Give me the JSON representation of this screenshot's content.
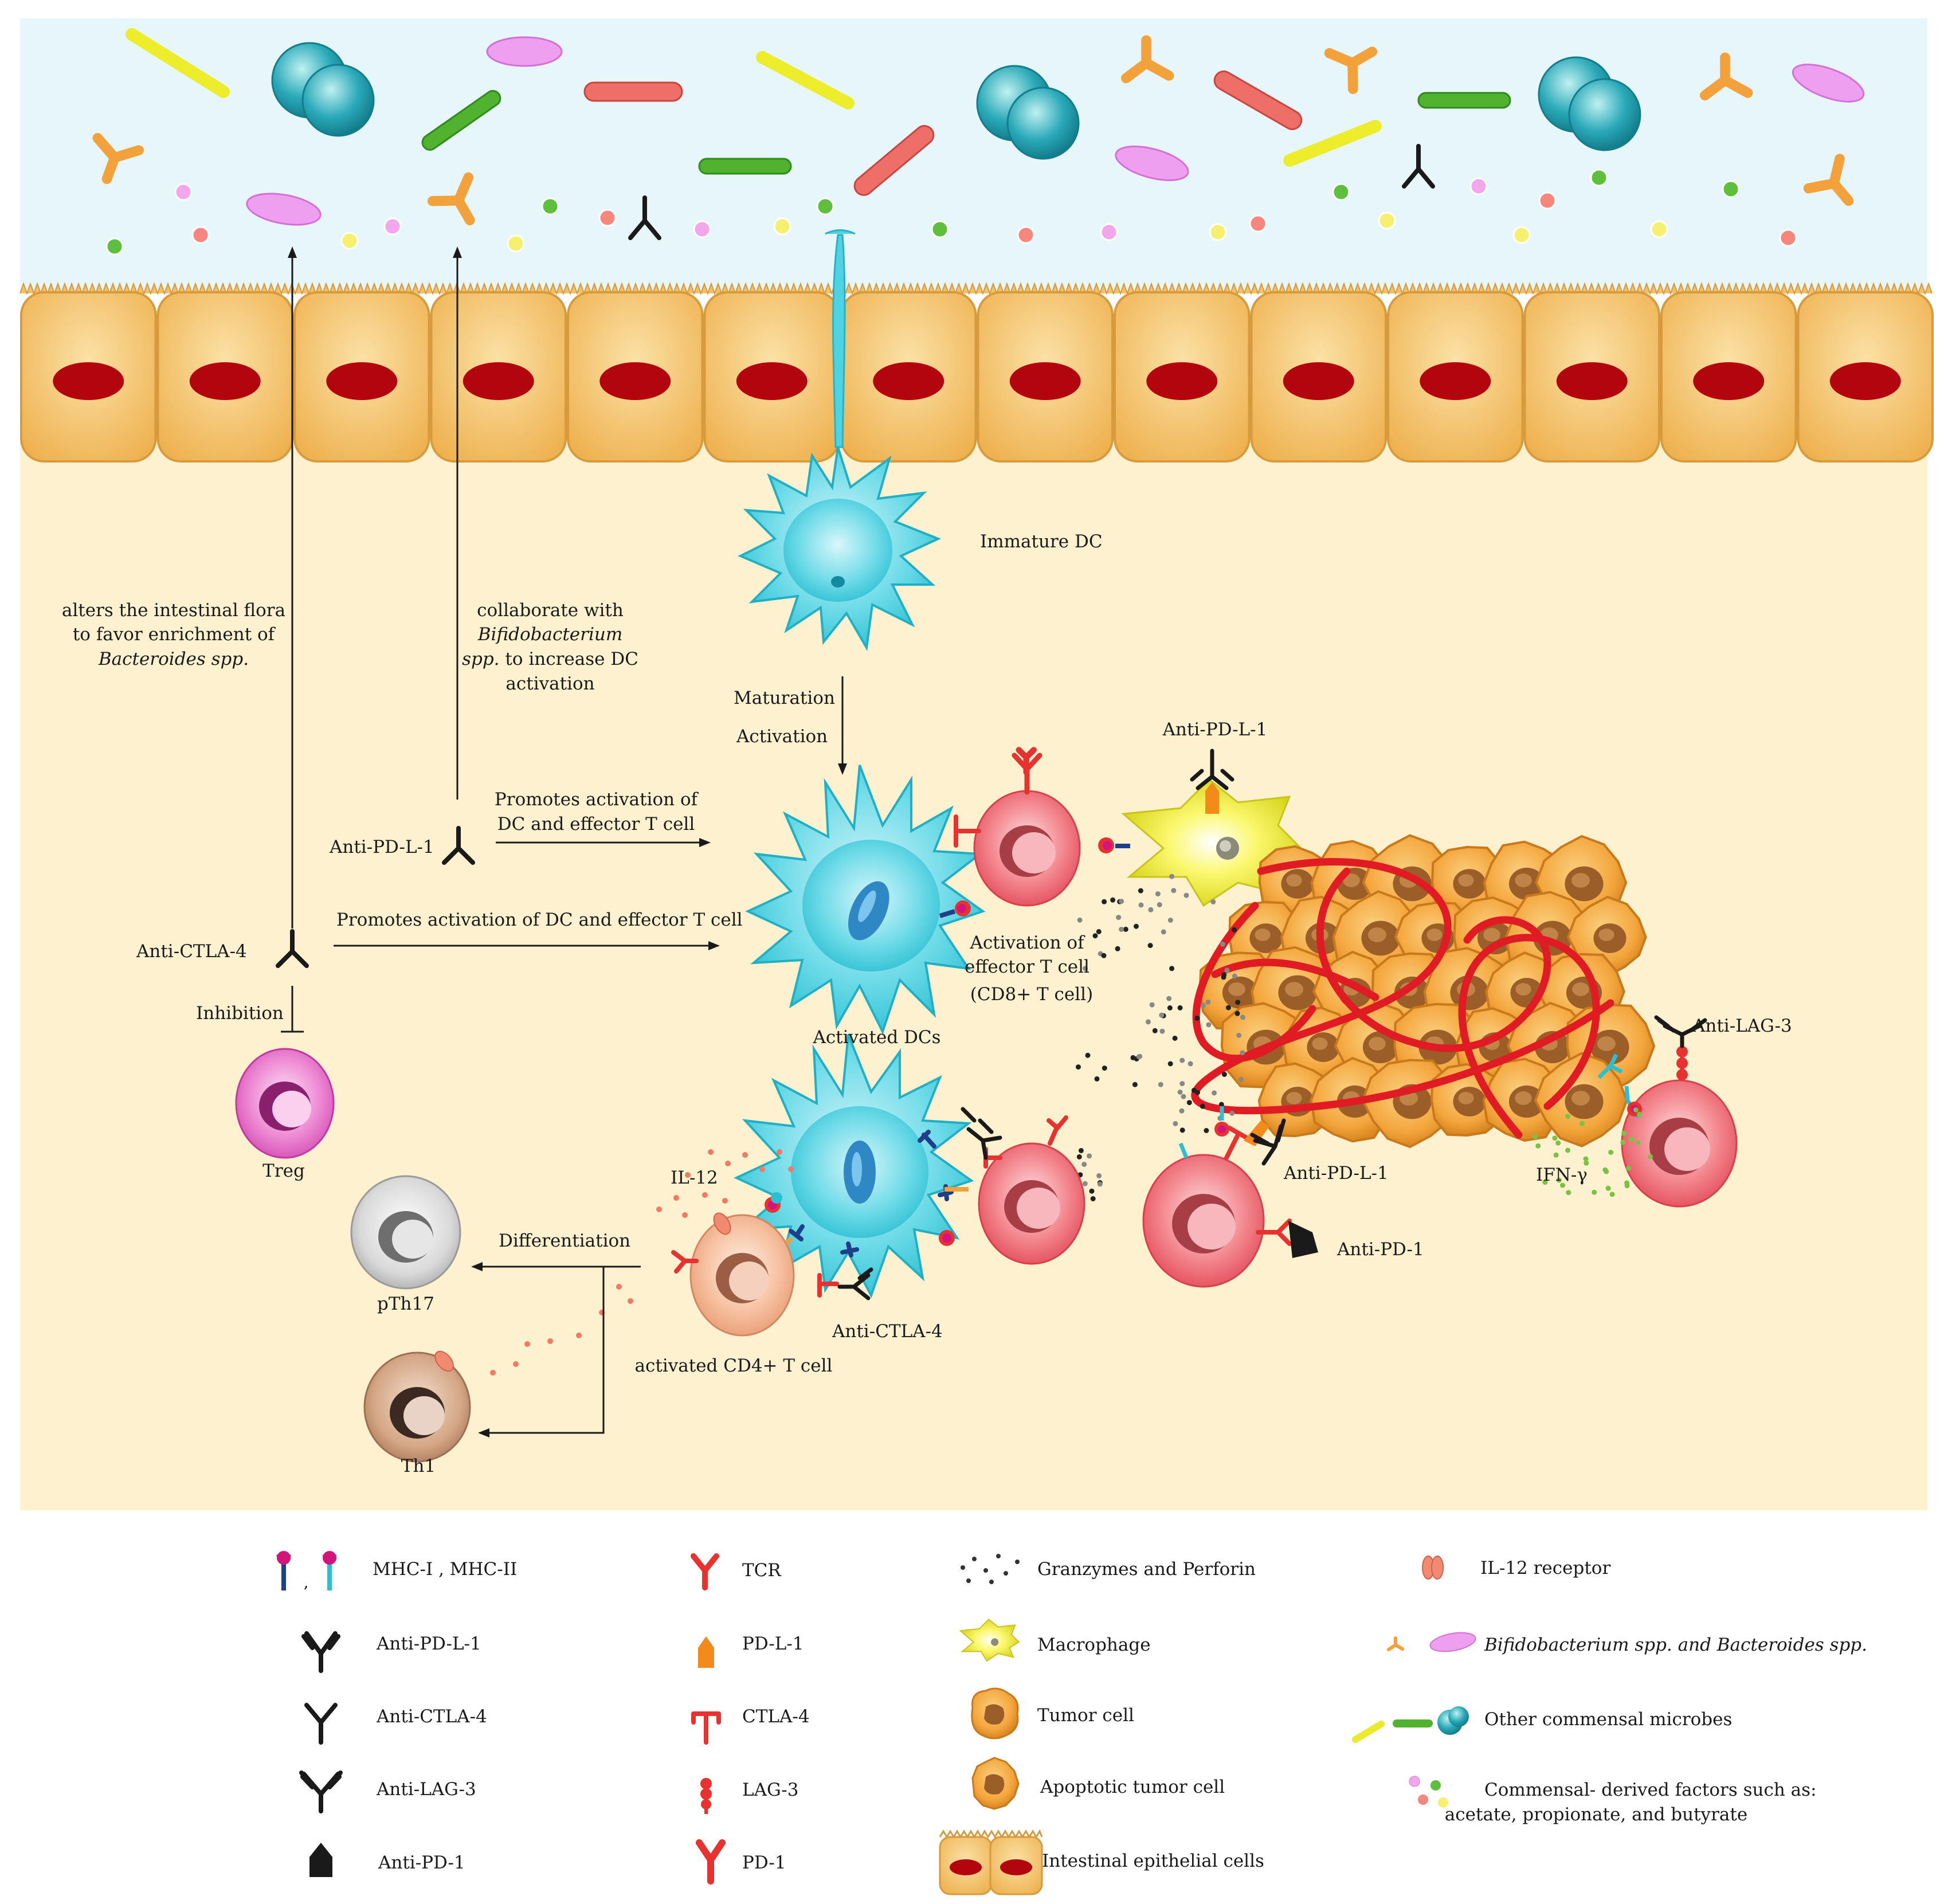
{
  "colors": {
    "lumen": "#e8f6fa",
    "tissue": "#fdf1cf",
    "epithelium": "#f7c56a",
    "nucleus": "#b3050d",
    "dc": "#4fd3e3",
    "tcell": "#f2707a",
    "tumor": "#f3a13a",
    "treg": "#e467c3",
    "macrophage": "#f3f03a",
    "pth17": "#c9c9c9",
    "th1": "#c9997a",
    "vessel": "#e01b24"
  },
  "labels": {
    "immature_dc": "Immature DC",
    "maturation": "Maturation",
    "activation": "Activation",
    "flora_line1": "alters the intestinal flora",
    "flora_line2": "to favor enrichment of",
    "flora_line3": "Bacteroides spp.",
    "bifido_line1": "collaborate with",
    "bifido_line2": "Bifidobacterium",
    "bifido_line3": "spp.",
    "bifido_line3b": " to increase DC",
    "bifido_line4": "activation",
    "promotes1_line1": "Promotes   activation   of",
    "promotes1_line2": "DC and effector T cell",
    "anti_pdl1_left": "Anti-PD-L-1",
    "promotes2": "Promotes activation of DC and effector T cell",
    "anti_ctla4_left": "Anti-CTLA-4",
    "inhibition": "Inhibition",
    "treg": "Treg",
    "activated_dcs": "Activated DCs",
    "activation_effector_line1": "Activation of",
    "activation_effector_line2": "effector T cell",
    "activation_effector_line3": "(CD8+ T cell)",
    "anti_pdl1_top": "Anti-PD-L-1",
    "anti_lag3": "Anti-LAG-3",
    "anti_pdl1_mid": "Anti-PD-L-1",
    "ifn": "IFN-γ",
    "anti_pd1": "Anti-PD-1",
    "il12": "IL-12",
    "differentiation": "Differentiation",
    "pth17": "pTh17",
    "th1": "Th1",
    "anti_ctla4_bottom": "Anti-CTLA-4",
    "activated_cd4": "activated CD4+ T cell"
  },
  "legend": {
    "col1": [
      {
        "icon": "mhc-icon",
        "text": "MHC-I  , MHC-II"
      },
      {
        "icon": "anti-pdl1-icon",
        "text": "Anti-PD-L-1"
      },
      {
        "icon": "anti-ctla4-icon",
        "text": "Anti-CTLA-4"
      },
      {
        "icon": "anti-lag3-icon",
        "text": "Anti-LAG-3"
      },
      {
        "icon": "anti-pd1-icon",
        "text": "Anti-PD-1"
      }
    ],
    "col2": [
      {
        "icon": "tcr-icon",
        "text": "TCR"
      },
      {
        "icon": "pdl1-icon",
        "text": "PD-L-1"
      },
      {
        "icon": "ctla4-icon",
        "text": "CTLA-4"
      },
      {
        "icon": "lag3-icon",
        "text": "LAG-3"
      },
      {
        "icon": "pd1-icon",
        "text": "PD-1"
      }
    ],
    "col3": [
      {
        "icon": "granzymes-icon",
        "text": "Granzymes and Perforin"
      },
      {
        "icon": "macrophage-icon",
        "text": "Macrophage"
      },
      {
        "icon": "tumor-cell-icon",
        "text": "Tumor cell"
      },
      {
        "icon": "apoptotic-tumor-icon",
        "text": "Apoptotic tumor cell"
      },
      {
        "icon": "epithelial-icon",
        "text": "Intestinal epithelial cells"
      }
    ],
    "col4": [
      {
        "icon": "il12-receptor-icon",
        "text": "IL-12 receptor"
      },
      {
        "icon": "bacteria-icon",
        "text": "Bifidobacterium spp. and Bacteroides spp."
      },
      {
        "icon": "commensal-icon",
        "text": "Other commensal microbes"
      },
      {
        "icon": "factors-icon",
        "text": "Commensal- derived factors such as:",
        "text2": "acetate, propionate, and butyrate"
      }
    ]
  }
}
